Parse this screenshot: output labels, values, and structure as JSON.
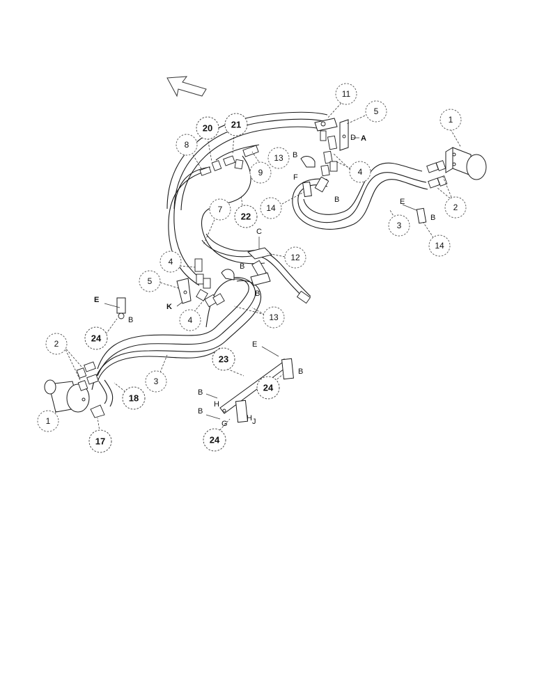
{
  "callouts": [
    {
      "id": "c11",
      "label": "11",
      "bold": false
    },
    {
      "id": "c5a",
      "label": "5",
      "bold": false
    },
    {
      "id": "c1a",
      "label": "1",
      "bold": false
    },
    {
      "id": "c20",
      "label": "20",
      "bold": true
    },
    {
      "id": "c21",
      "label": "21",
      "bold": true
    },
    {
      "id": "c8",
      "label": "8",
      "bold": false
    },
    {
      "id": "c13a",
      "label": "13",
      "bold": false
    },
    {
      "id": "c9",
      "label": "9",
      "bold": false
    },
    {
      "id": "c4a",
      "label": "4",
      "bold": false
    },
    {
      "id": "c2a",
      "label": "2",
      "bold": false
    },
    {
      "id": "c14a",
      "label": "14",
      "bold": false
    },
    {
      "id": "c22",
      "label": "22",
      "bold": true
    },
    {
      "id": "c7",
      "label": "7",
      "bold": false
    },
    {
      "id": "c3a",
      "label": "3",
      "bold": false
    },
    {
      "id": "c14b",
      "label": "14",
      "bold": false
    },
    {
      "id": "c12",
      "label": "12",
      "bold": false
    },
    {
      "id": "c4b",
      "label": "4",
      "bold": false
    },
    {
      "id": "c5b",
      "label": "5",
      "bold": false
    },
    {
      "id": "c4c",
      "label": "4",
      "bold": false
    },
    {
      "id": "c13b",
      "label": "13",
      "bold": false
    },
    {
      "id": "c24a",
      "label": "24",
      "bold": true
    },
    {
      "id": "c2b",
      "label": "2",
      "bold": false
    },
    {
      "id": "c23",
      "label": "23",
      "bold": true
    },
    {
      "id": "c3b",
      "label": "3",
      "bold": false
    },
    {
      "id": "c24b",
      "label": "24",
      "bold": true
    },
    {
      "id": "c18",
      "label": "18",
      "bold": true
    },
    {
      "id": "c1b",
      "label": "1",
      "bold": false
    },
    {
      "id": "c17",
      "label": "17",
      "bold": true
    },
    {
      "id": "c24c",
      "label": "24",
      "bold": true
    }
  ],
  "letters": [
    {
      "id": "lD",
      "text": "D",
      "bold": false
    },
    {
      "id": "lA",
      "text": "A",
      "bold": true
    },
    {
      "id": "lB1",
      "text": "B",
      "bold": false
    },
    {
      "id": "lF",
      "text": "F",
      "bold": false
    },
    {
      "id": "lB2",
      "text": "B",
      "bold": false
    },
    {
      "id": "lE1",
      "text": "E",
      "bold": false
    },
    {
      "id": "lB3",
      "text": "B",
      "bold": false
    },
    {
      "id": "lC",
      "text": "C",
      "bold": false
    },
    {
      "id": "lB4",
      "text": "B",
      "bold": false
    },
    {
      "id": "lB5",
      "text": "B",
      "bold": false
    },
    {
      "id": "lK",
      "text": "K",
      "bold": true
    },
    {
      "id": "lE2",
      "text": "E",
      "bold": true
    },
    {
      "id": "lB6",
      "text": "B",
      "bold": false
    },
    {
      "id": "lE3",
      "text": "E",
      "bold": false
    },
    {
      "id": "lB7",
      "text": "B",
      "bold": false
    },
    {
      "id": "lB8",
      "text": "B",
      "bold": false
    },
    {
      "id": "lH1",
      "text": "H",
      "bold": false
    },
    {
      "id": "lB9",
      "text": "B",
      "bold": false
    },
    {
      "id": "lG",
      "text": "G",
      "bold": false
    },
    {
      "id": "lH2",
      "text": "H",
      "bold": false
    },
    {
      "id": "lJ",
      "text": "J",
      "bold": false
    }
  ]
}
